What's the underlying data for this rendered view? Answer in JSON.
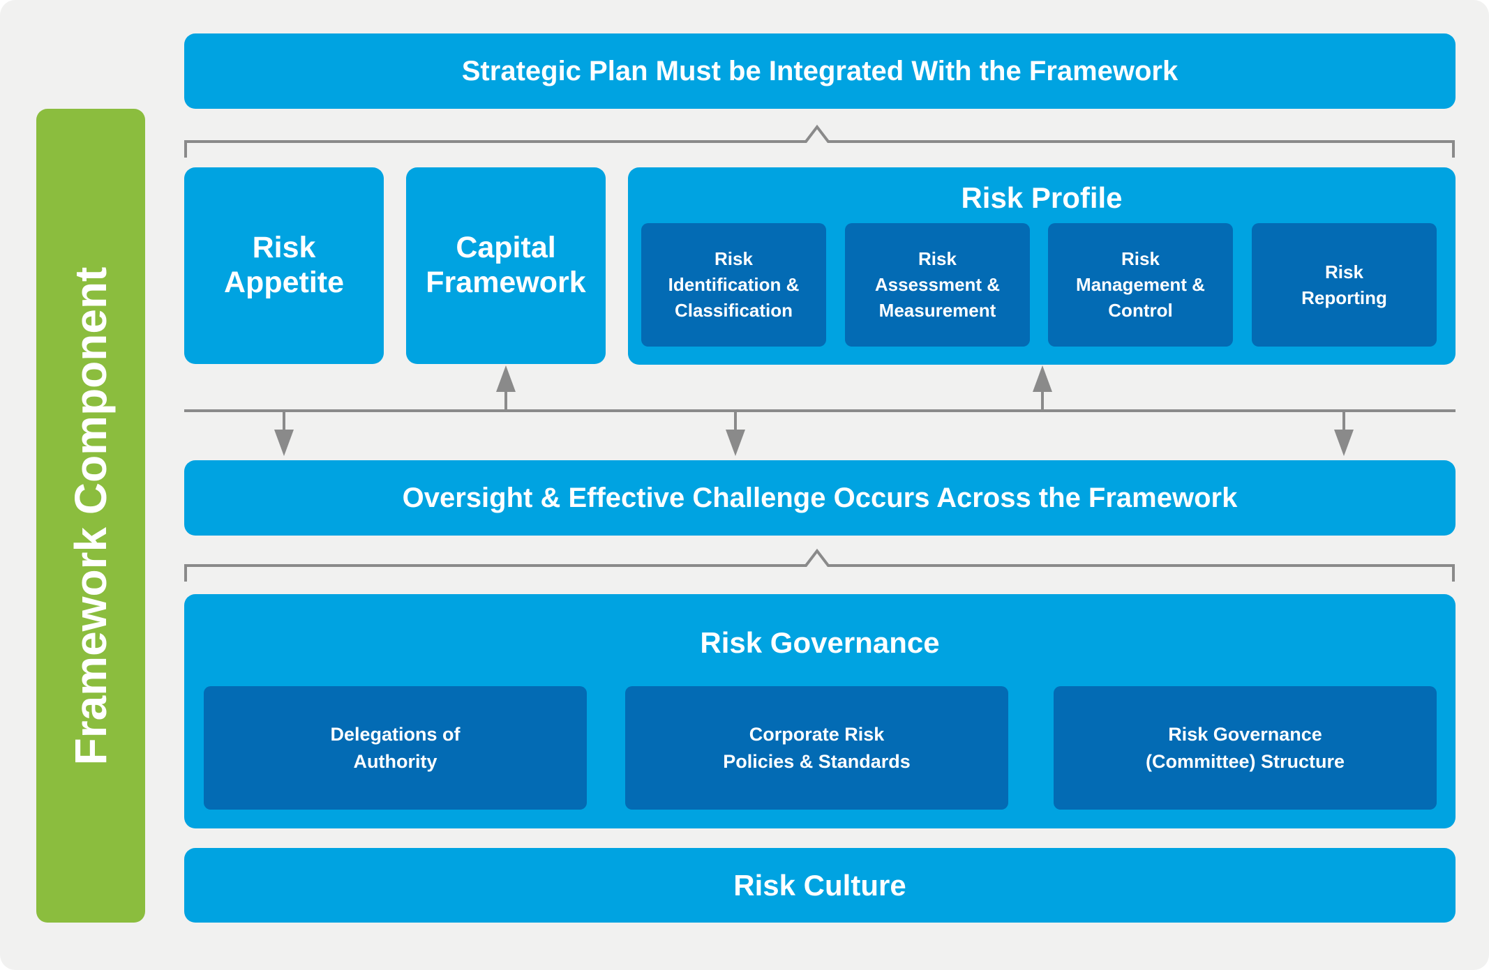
{
  "side_label": "Framework Component",
  "top_banner": "Strategic Plan Must be Integrated With the Framework",
  "tiles": {
    "risk_appetite": "Risk Appetite",
    "capital_framework": "Capital Framework"
  },
  "risk_profile": {
    "title": "Risk Profile",
    "items": [
      {
        "line1": "Risk",
        "line2": "Identification &",
        "line3": "Classification"
      },
      {
        "line1": "Risk",
        "line2": "Assessment &",
        "line3": "Measurement"
      },
      {
        "line1": "Risk",
        "line2": "Management &",
        "line3": "Control"
      },
      {
        "line1": "Risk",
        "line2": "Reporting"
      }
    ]
  },
  "oversight_banner": "Oversight & Effective Challenge Occurs Across the Framework",
  "risk_governance": {
    "title": "Risk Governance",
    "items": [
      {
        "line1": "Delegations of",
        "line2": "Authority"
      },
      {
        "line1": "Corporate Risk",
        "line2": "Policies & Standards"
      },
      {
        "line1": "Risk Governance",
        "line2": "(Committee) Structure"
      }
    ]
  },
  "bottom_banner": "Risk Culture",
  "colors": {
    "background": "#f1f1f0",
    "primary_blue": "#00a3e1",
    "dark_blue": "#036bb4",
    "green": "#8bbd3e",
    "connector_gray": "#8a8a8a"
  }
}
